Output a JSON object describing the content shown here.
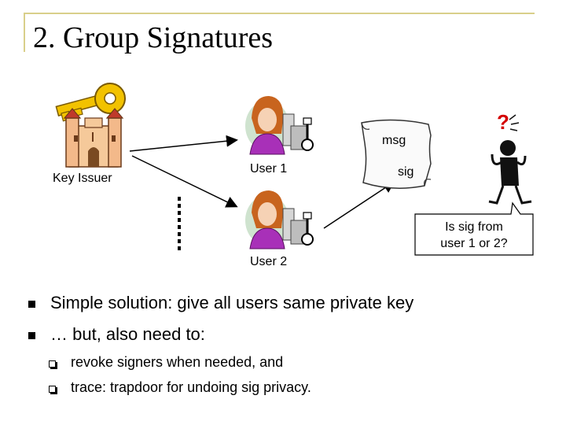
{
  "title": "2. Group Signatures",
  "diagram": {
    "key_issuer_label": "Key Issuer",
    "user1_label": "User 1",
    "user2_label": "User 2",
    "msg_label": "msg",
    "sig_label": "sig",
    "question_line1": "Is sig from",
    "question_line2": "user 1 or 2?",
    "question_mark": "?"
  },
  "bullets": [
    "Simple solution: give all users same private key",
    "… but, also need to:"
  ],
  "sub_bullets": [
    "revoke signers when needed, and",
    "trace: trapdoor for undoing sig privacy."
  ]
}
